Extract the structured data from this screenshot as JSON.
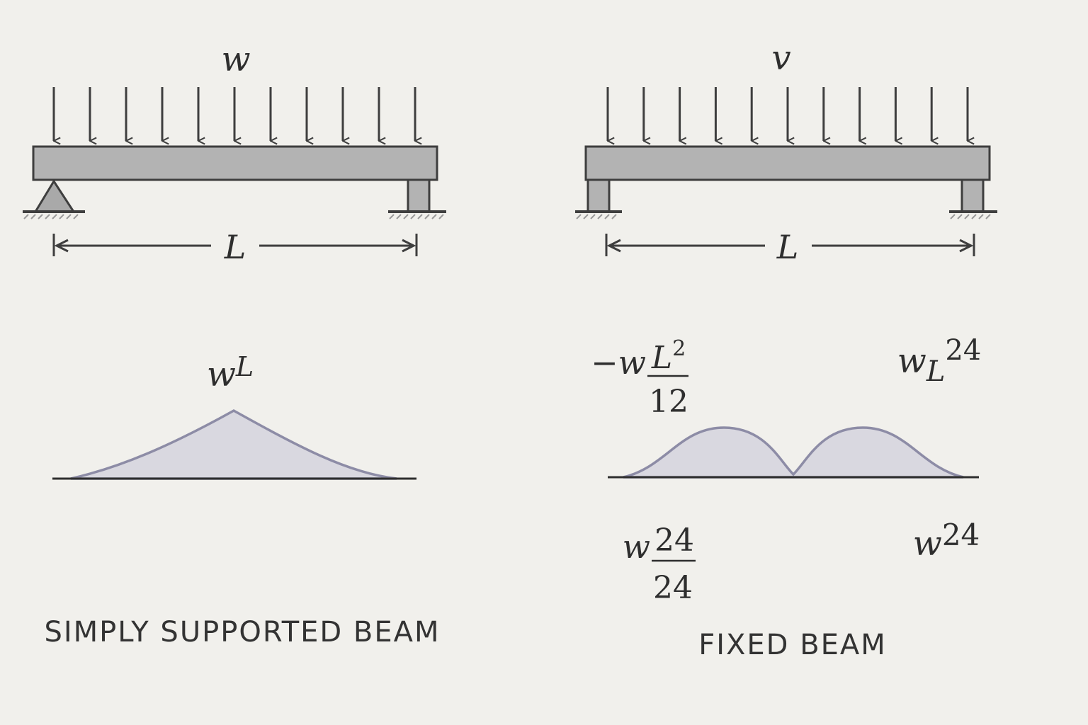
{
  "left_panel": {
    "load_label": "w",
    "span_label": "L",
    "moment_label_base": "w",
    "moment_label_sup": "L",
    "caption": "SIMPLY SUPPORTED BEAM"
  },
  "right_panel": {
    "load_label": "v",
    "span_label": "L",
    "top_left_prefix": "−w",
    "top_left_num_base": "L",
    "top_left_num_sup": "2",
    "top_left_den": "12",
    "top_right_base": "w",
    "top_right_sub": "L",
    "top_right_sup": "24",
    "bottom_left_prefix": "w",
    "bottom_left_num": "24",
    "bottom_left_den": "24",
    "bottom_right_base": "w",
    "bottom_right_sup": "24",
    "caption": "FIXED BEAM"
  },
  "colors": {
    "background": "#f1f0ec",
    "beam_fill": "#b3b3b3",
    "outline": "#3e3e3e",
    "diagram_fill": "#d9d8e0",
    "diagram_stroke": "#8d8ca6"
  }
}
